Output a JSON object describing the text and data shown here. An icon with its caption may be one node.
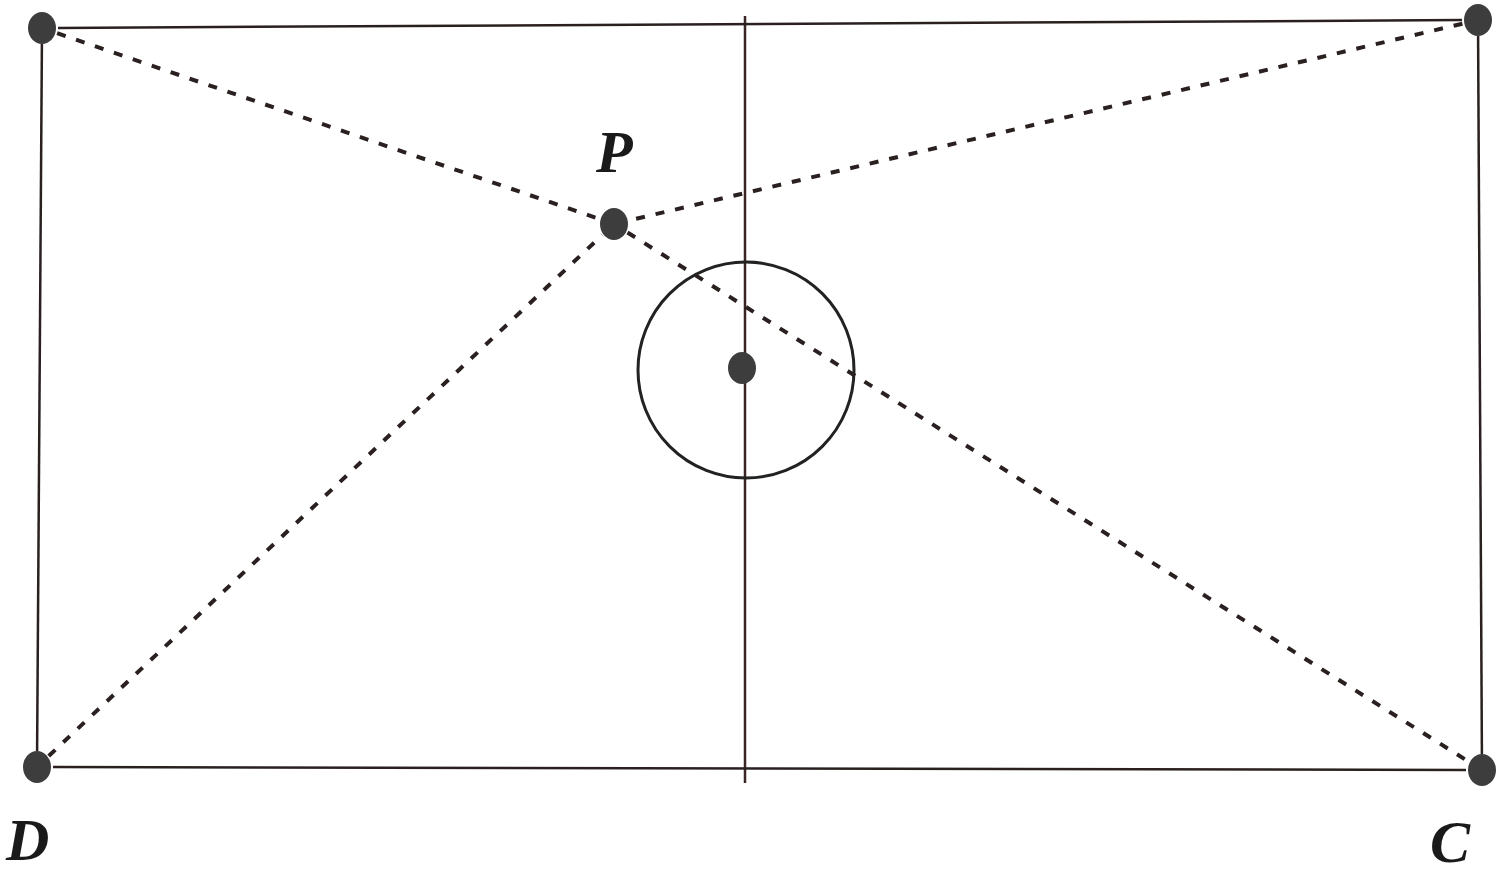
{
  "diagram": {
    "nodes": [
      {
        "text": [],
        "shape": "circle"
      },
      {
        "text": [],
        "shape": "circle"
      },
      {
        "text": [
          "P"
        ]
      },
      {
        "text": [],
        "shape": "circle"
      },
      {
        "text": [
          "D"
        ]
      },
      {
        "text": [
          "C"
        ]
      }
    ],
    "edges": [
      {
        "from": 0,
        "to": 2,
        "arrow": "none",
        "style": "dashed"
      },
      {
        "from": 1,
        "to": 2,
        "arrow": "none",
        "style": "dashed"
      },
      {
        "from": 4,
        "to": 2,
        "arrow": "none",
        "style": "dashed"
      },
      {
        "from": 2,
        "to": 5,
        "arrow": "none",
        "style": "dashed"
      },
      {
        "from": 0,
        "to": 1,
        "arrow": "none"
      },
      {
        "from": 0,
        "to": 4,
        "arrow": "none"
      },
      {
        "from": 4,
        "to": 5,
        "arrow": "none"
      },
      {
        "from": 1,
        "to": 5,
        "arrow": "none"
      }
    ]
  }
}
